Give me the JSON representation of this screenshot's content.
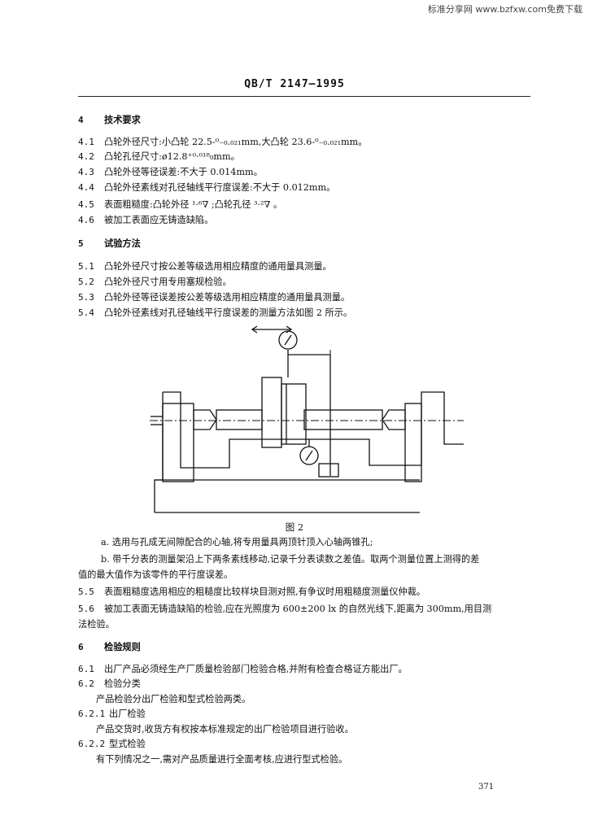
{
  "watermark": "标准分享网 www.bzfxw.com免费下载",
  "standard_no": "QB/T 2147—1995",
  "sec4": {
    "num": "4",
    "title": "技术要求",
    "items": [
      {
        "num": "4.1",
        "text": "凸轮外径尺寸:小凸轮 22.5-⁰₋₀.₀₂₁mm,大凸轮 23.6-⁰₋₀.₀₂₁mm。"
      },
      {
        "num": "4.2",
        "text": "凸轮孔径尺寸:ø12.8⁺⁰·⁰¹⁸₀mm。"
      },
      {
        "num": "4.3",
        "text": "凸轮外径等径误差:不大于 0.014mm。"
      },
      {
        "num": "4.4",
        "text": "凸轮外径素线对孔径轴线平行度误差:不大于 0.012mm。"
      },
      {
        "num": "4.5",
        "text": "表面粗糙度:凸轮外径 ¹·⁶∇ ;凸轮孔径 ³·²∇ 。"
      },
      {
        "num": "4.6",
        "text": "被加工表面应无铸造缺陷。"
      }
    ]
  },
  "sec5": {
    "num": "5",
    "title": "试验方法",
    "items": [
      {
        "num": "5.1",
        "text": "凸轮外径尺寸按公差等级选用相应精度的通用量具测量。"
      },
      {
        "num": "5.2",
        "text": "凸轮外径尺寸用专用塞规检验。"
      },
      {
        "num": "5.3",
        "text": "凸轮外径等径误差按公差等级选用相应精度的通用量具测量。"
      },
      {
        "num": "5.4",
        "text": "凸轮外径素线对孔径轴线平行度误差的测量方法如图 2 所示。"
      }
    ],
    "figure_caption": "图 2",
    "note_a": "a. 选用与孔成无间隙配合的心轴,将专用量具两顶针顶入心轴两锥孔;",
    "note_b1": "b. 带千分表的测量架沿上下两条素线移动,记录千分表读数之差值。取两个测量位置上测得的差",
    "note_b2": "值的最大值作为该零件的平行度误差。",
    "item_55": {
      "num": "5.5",
      "text": "表面粗糙度选用相应的粗糙度比较样块目测对照,有争议时用粗糙度测量仪仲裁。"
    },
    "item_56_line1": {
      "num": "5.6",
      "text": "被加工表面无铸造缺陷的检验,应在光照度为 600±200 lx 的自然光线下,距离为 300mm,用目测"
    },
    "item_56_line2": "法检验。"
  },
  "sec6": {
    "num": "6",
    "title": "检验规则",
    "item_61": {
      "num": "6.1",
      "text": "出厂产品必须经生产厂质量检验部门检验合格,并附有检查合格证方能出厂。"
    },
    "item_62": {
      "num": "6.2",
      "text": "检验分类"
    },
    "text_62": "产品检验分出厂检验和型式检验两类。",
    "item_621": {
      "num": "6.2.1",
      "text": "出厂检验"
    },
    "text_621": "产品交货时,收货方有权按本标准规定的出厂检验项目进行验收。",
    "item_622": {
      "num": "6.2.2",
      "text": "型式检验"
    },
    "text_622": "有下列情况之一,需对产品质量进行全面考核,应进行型式检验。"
  },
  "page_number": "371"
}
